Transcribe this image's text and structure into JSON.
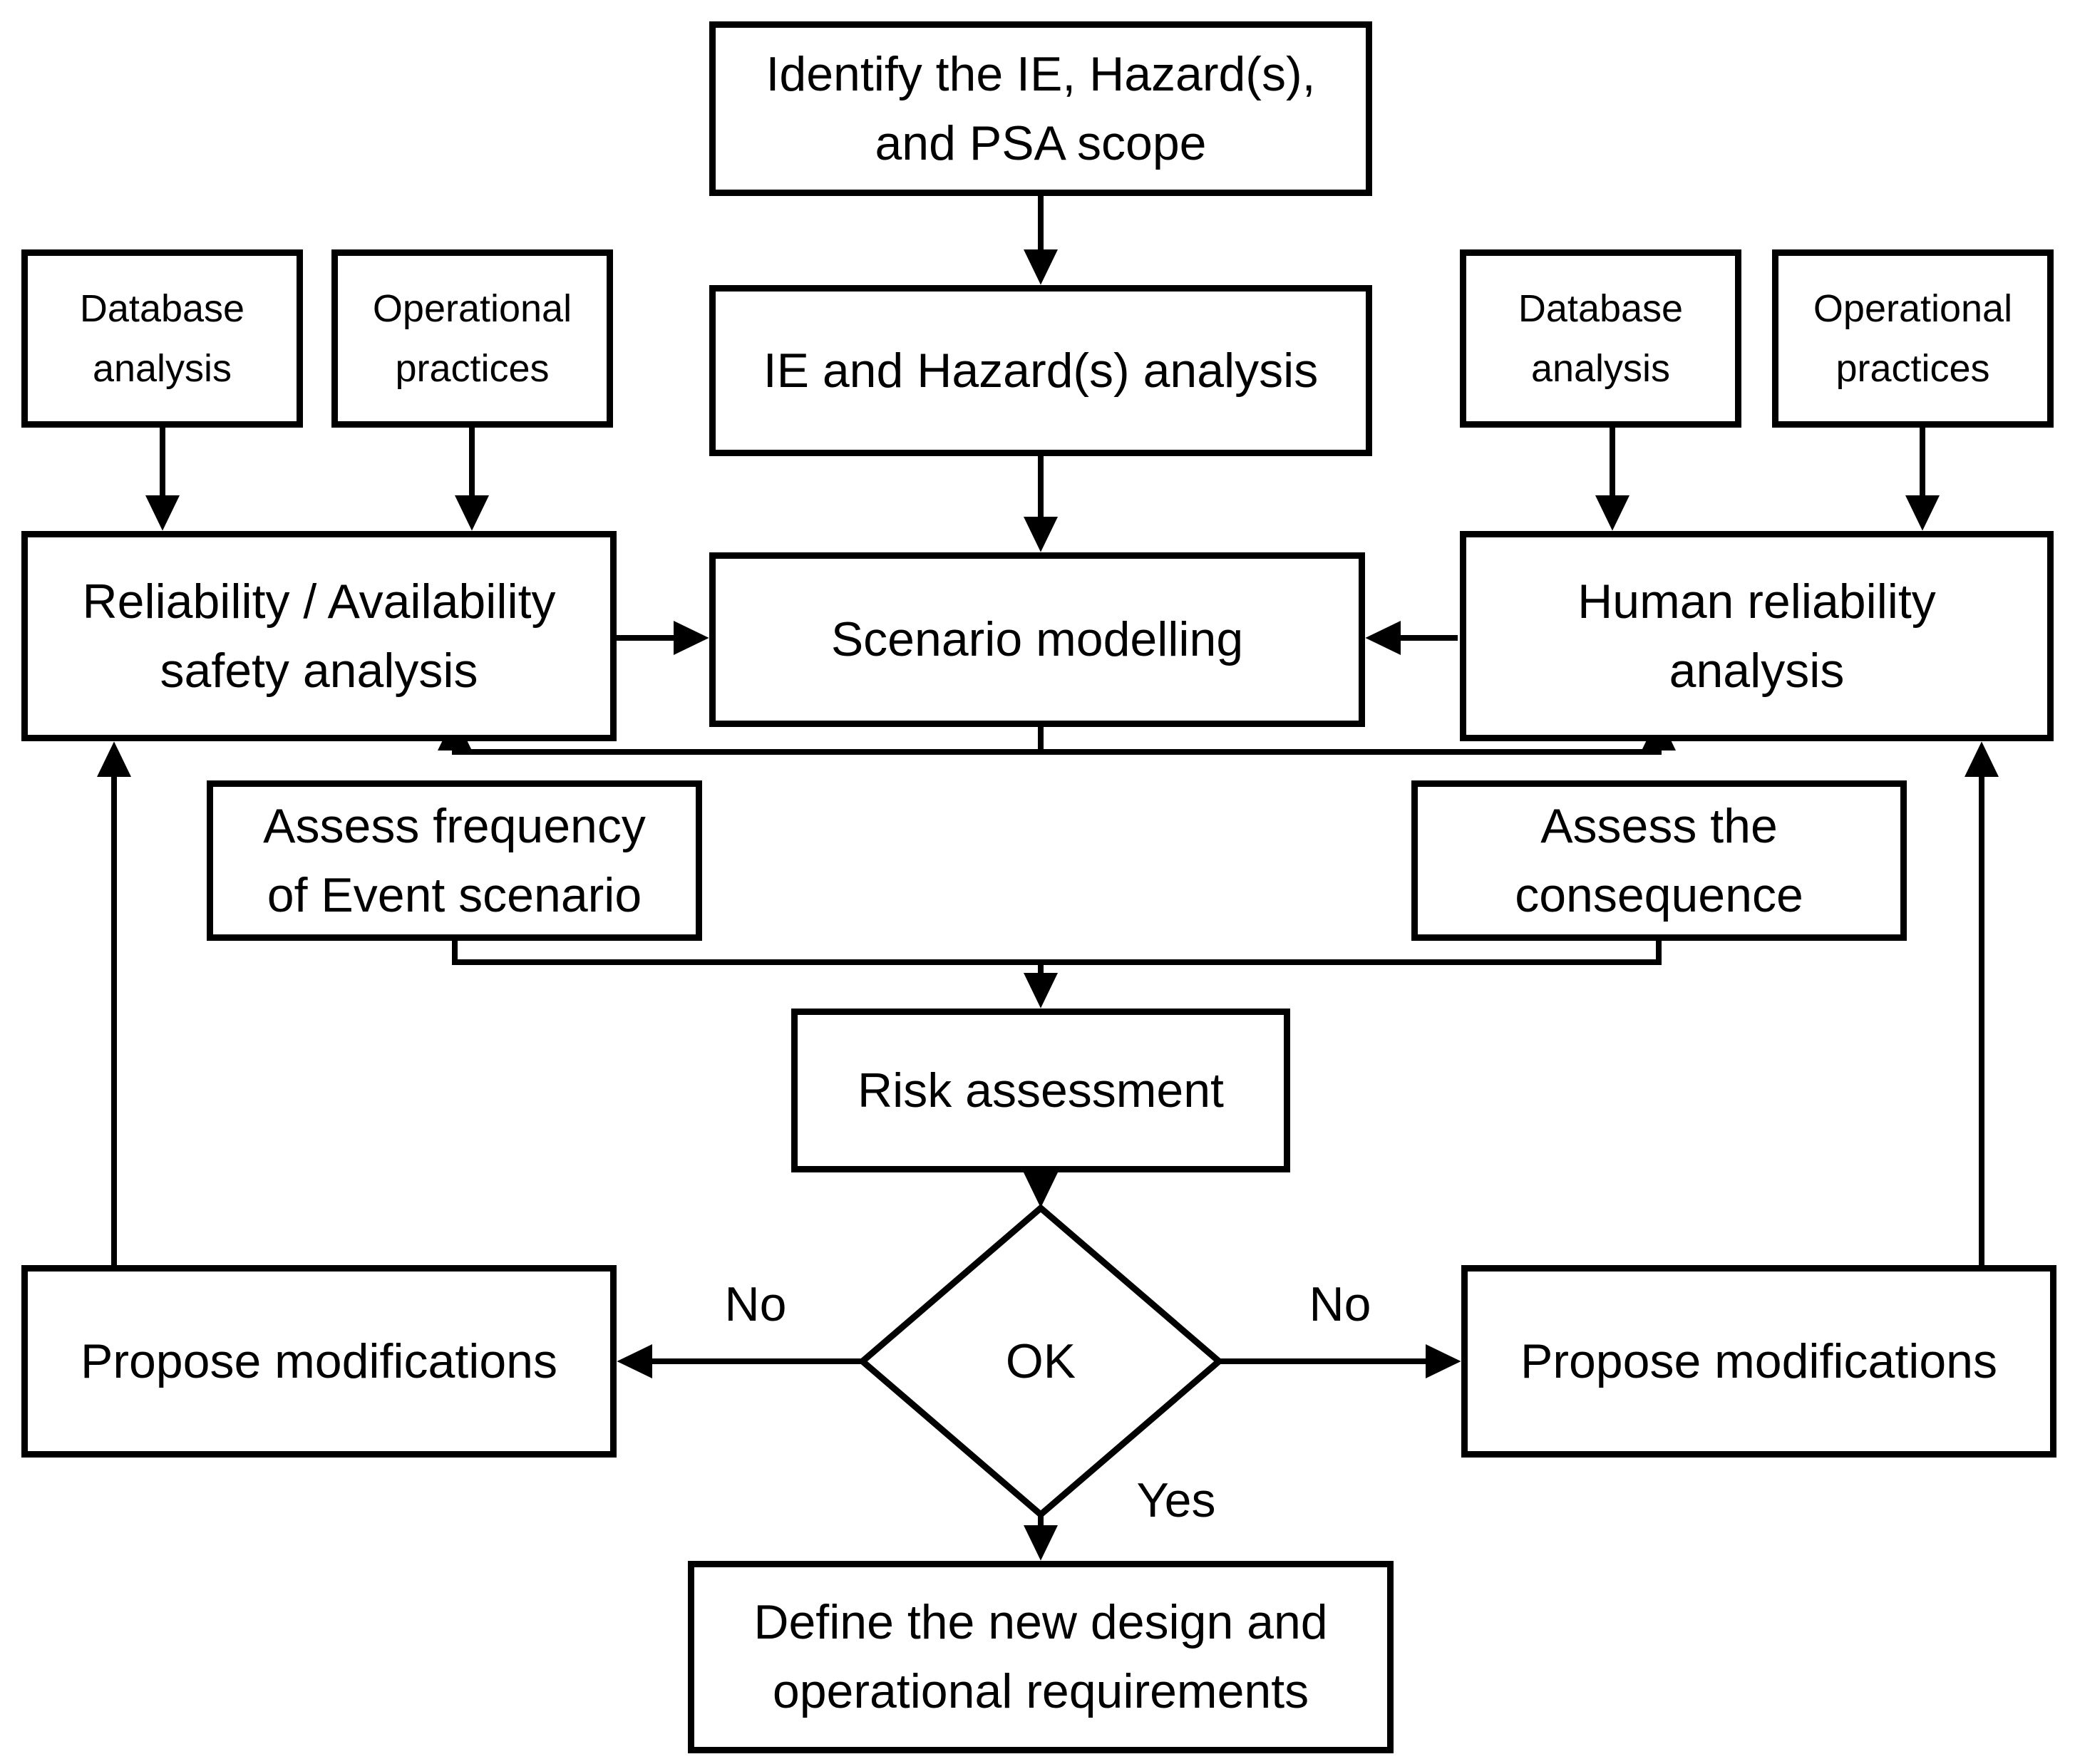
{
  "figure_type": "flowchart",
  "colors": {
    "stroke": "#000000",
    "background": "#ffffff",
    "text": "#000000"
  },
  "nodes": {
    "identify": {
      "line1": "Identify the IE, Hazard(s),",
      "line2": "and PSA scope"
    },
    "ie_hazard": {
      "line1": "IE and Hazard(s) analysis"
    },
    "scenario": {
      "line1": "Scenario modelling"
    },
    "db_left": {
      "line1": "Database",
      "line2": "analysis"
    },
    "op_left": {
      "line1": "Operational",
      "line2": "practices"
    },
    "db_right": {
      "line1": "Database",
      "line2": "analysis"
    },
    "op_right": {
      "line1": "Operational",
      "line2": "practices"
    },
    "reliability": {
      "line1": "Reliability / Availability",
      "line2": "safety analysis"
    },
    "human": {
      "line1": "Human reliability",
      "line2": "analysis"
    },
    "assess_freq": {
      "line1": "Assess frequency",
      "line2": "of Event scenario"
    },
    "assess_cons": {
      "line1": "Assess the",
      "line2": "consequence"
    },
    "risk": {
      "line1": "Risk assessment"
    },
    "decision": {
      "line1": "OK"
    },
    "propose_left": {
      "line1": "Propose modifications"
    },
    "propose_right": {
      "line1": "Propose modifications"
    },
    "define": {
      "line1": "Define the new design and",
      "line2": "operational requirements"
    }
  },
  "labels": {
    "no_left": "No",
    "no_right": "No",
    "yes": "Yes"
  }
}
